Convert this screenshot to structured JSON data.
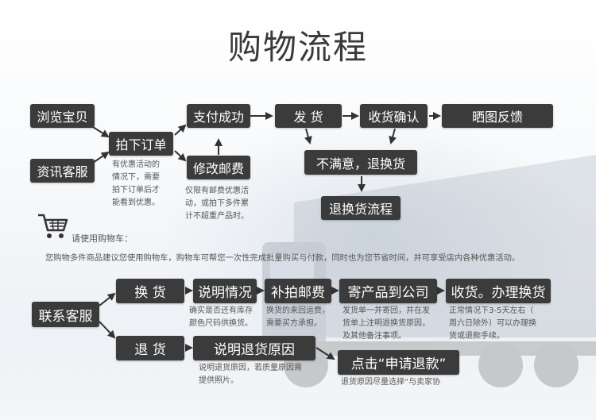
{
  "title": "购物流程",
  "flow1": {
    "browse": "浏览宝贝",
    "consult": "资讯客服",
    "place_order": "拍下订单",
    "pay": "支付成功",
    "ship": "发 货",
    "confirm": "收货确认",
    "review": "晒图反馈",
    "modify_postage": "修改邮费",
    "unsatisfied": "不满意，退换货",
    "return_flow": "退换货流程",
    "note_order": [
      "有优惠活动的",
      "情况下，需要",
      "拍下订单后才",
      "能看到优惠。"
    ],
    "note_postage": [
      "仅限有邮费优惠活",
      "动，或拍下多件累",
      "计不超重产品时。"
    ]
  },
  "cart": {
    "label": "请使用购物车：",
    "desc": "您购物多件商品建议您使用购物车，购物车可帮您一次性完成批量购买与付款，同时也为您节省时间，并可享受店内各种优惠活动。"
  },
  "flow2": {
    "contact": "联系客服",
    "exchange": "换 货",
    "refund": "退 货",
    "explain": "说明情况",
    "extra_postage": "补拍邮费",
    "send_back": "寄产品到公司",
    "receive": "收货。办理换货",
    "explain_reason": "说明退货原因",
    "click_refund": "点击“申请退款”",
    "note_explain": [
      "确实是否还有库存",
      "颜色尺码供换货。"
    ],
    "note_postage": [
      "换货的来回运费，",
      "需要买方承担。"
    ],
    "note_send": [
      "发货单一并寄回，并在发",
      "货单上注明退换货原因，",
      "及其他备注事项。"
    ],
    "note_receive": [
      "正常情况下3-5天左右（",
      "周六日除外）可以办理换",
      "货或退款手续。"
    ],
    "note_reason": [
      "说明退货原因，若质量原因需",
      "提供照片。"
    ],
    "note_refund": [
      "退货原因尽量选择“与卖家协"
    ]
  },
  "colors": {
    "box": "#3b3b3b",
    "arrow": "#333333",
    "text": "#555555"
  }
}
